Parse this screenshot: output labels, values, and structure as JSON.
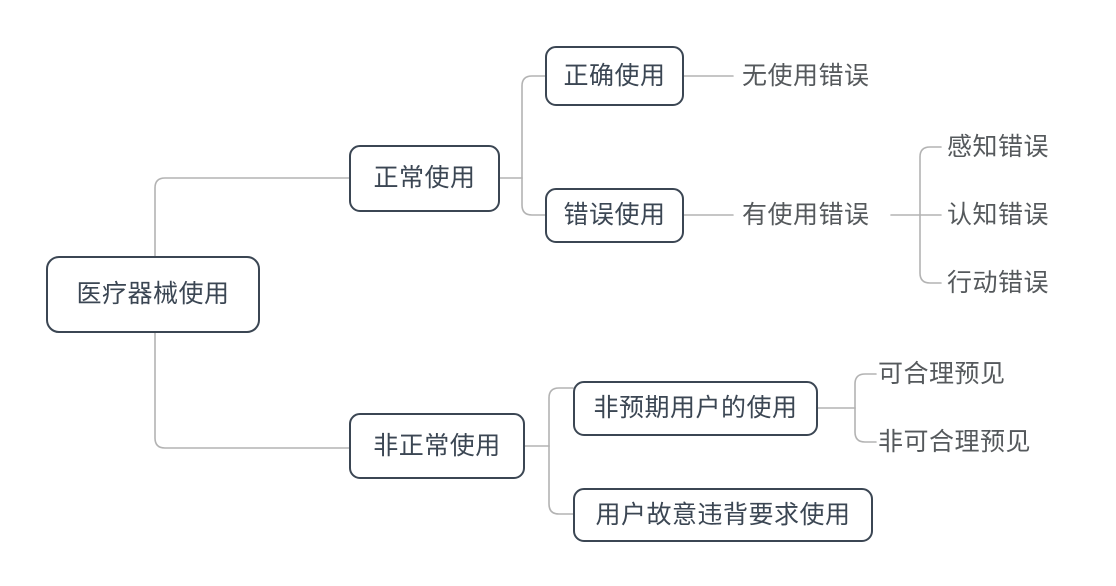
{
  "diagram": {
    "title": "医疗器械使用",
    "type": "mindmap",
    "colors": {
      "node_border": "#3b4653",
      "node_text": "#3b4653",
      "leaf_text": "#55595c",
      "connector": "#b3b3b3",
      "background": "#ffffff"
    },
    "root": {
      "label": "医疗器械使用"
    },
    "branches": [
      {
        "label": "正常使用",
        "children": [
          {
            "label": "正确使用",
            "boxed": true,
            "children": [
              {
                "label": "无使用错误",
                "boxed": false,
                "children": []
              }
            ]
          },
          {
            "label": "错误使用",
            "boxed": true,
            "children": [
              {
                "label": "有使用错误",
                "boxed": false,
                "children": [
                  {
                    "label": "感知错误",
                    "boxed": false
                  },
                  {
                    "label": "认知错误",
                    "boxed": false
                  },
                  {
                    "label": "行动错误",
                    "boxed": false
                  }
                ]
              }
            ]
          }
        ]
      },
      {
        "label": "非正常使用",
        "children": [
          {
            "label": "非预期用户的使用",
            "boxed": true,
            "children": [
              {
                "label": "可合理预见",
                "boxed": false
              },
              {
                "label": "非可合理预见",
                "boxed": false
              }
            ]
          },
          {
            "label": "用户故意违背要求使用",
            "boxed": true,
            "children": []
          }
        ]
      }
    ],
    "nodes": {
      "root": "医疗器械使用",
      "normal_use": "正常使用",
      "correct_use": "正确使用",
      "no_use_error": "无使用错误",
      "incorrect_use": "错误使用",
      "has_use_error": "有使用错误",
      "perception_error": "感知错误",
      "cognition_error": "认知错误",
      "action_error": "行动错误",
      "abnormal_use": "非正常使用",
      "unintended_user_use": "非预期用户的使用",
      "reasonably_foreseeable": "可合理预见",
      "not_reasonably_foreseeable": "非可合理预见",
      "intentional_violation_use": "用户故意违背要求使用"
    }
  }
}
